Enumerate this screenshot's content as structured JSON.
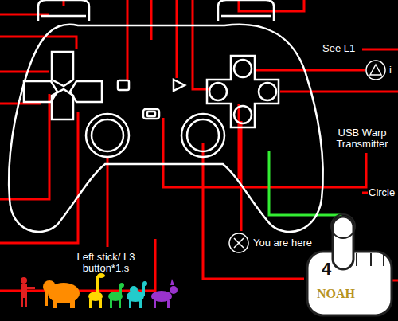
{
  "diagram": {
    "nodes": [
      {
        "text": [
          "4",
          "NOAH"
        ]
      }
    ],
    "labels": [
      "See L1",
      "i",
      "USB Warp Transmitter",
      "Circle",
      "You are here",
      "Left stick/ L3 button*1.s"
    ]
  }
}
